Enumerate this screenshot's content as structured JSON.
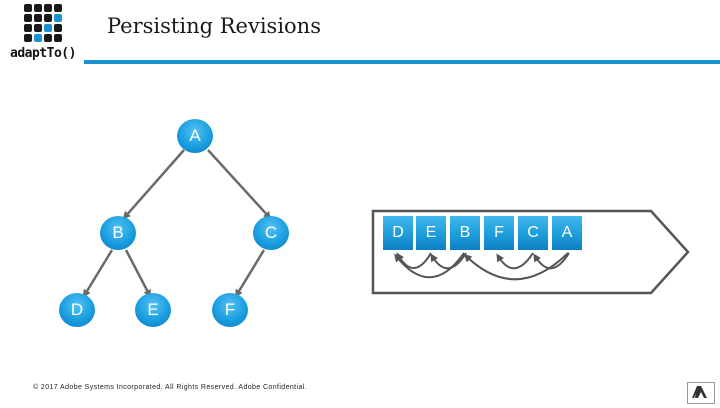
{
  "header": {
    "title": "Persisting Revisions",
    "logo_text": "adaptTo()"
  },
  "tree": {
    "nodes": [
      "A",
      "B",
      "C",
      "D",
      "E",
      "F"
    ],
    "edges": [
      [
        "A",
        "B"
      ],
      [
        "A",
        "C"
      ],
      [
        "B",
        "D"
      ],
      [
        "B",
        "E"
      ],
      [
        "C",
        "F"
      ]
    ]
  },
  "sequence": {
    "items": [
      "D",
      "E",
      "B",
      "F",
      "C",
      "A"
    ]
  },
  "footer": {
    "copyright": "© 2017 Adobe Systems Incorporated. All Rights Reserved. Adobe Confidential."
  },
  "colors": {
    "accent": "#1b93d2",
    "node": "#1a9ee0",
    "logo_blue": "#1b93d2",
    "logo_dark": "#1a1a1a"
  }
}
